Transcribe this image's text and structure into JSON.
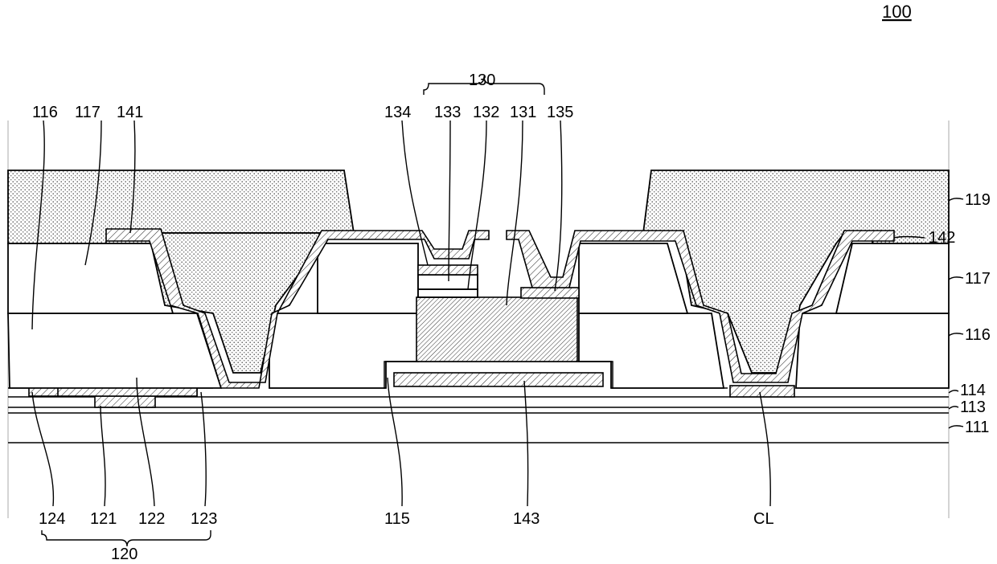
{
  "figure": {
    "number": "100"
  },
  "labels": {
    "l116_top": "116",
    "l117_top": "117",
    "l141": "141",
    "l130": "130",
    "l134": "134",
    "l133": "133",
    "l132": "132",
    "l131": "131",
    "l135": "135",
    "l119": "119",
    "l142": "142",
    "l117_right": "117",
    "l116_right": "116",
    "l114": "114",
    "l113": "113",
    "l111": "111",
    "l124": "124",
    "l121": "121",
    "l122": "122",
    "l123": "123",
    "l120": "120",
    "l115": "115",
    "l143": "143",
    "lCL": "CL"
  },
  "colors": {
    "line": "#000000",
    "background": "#ffffff"
  }
}
